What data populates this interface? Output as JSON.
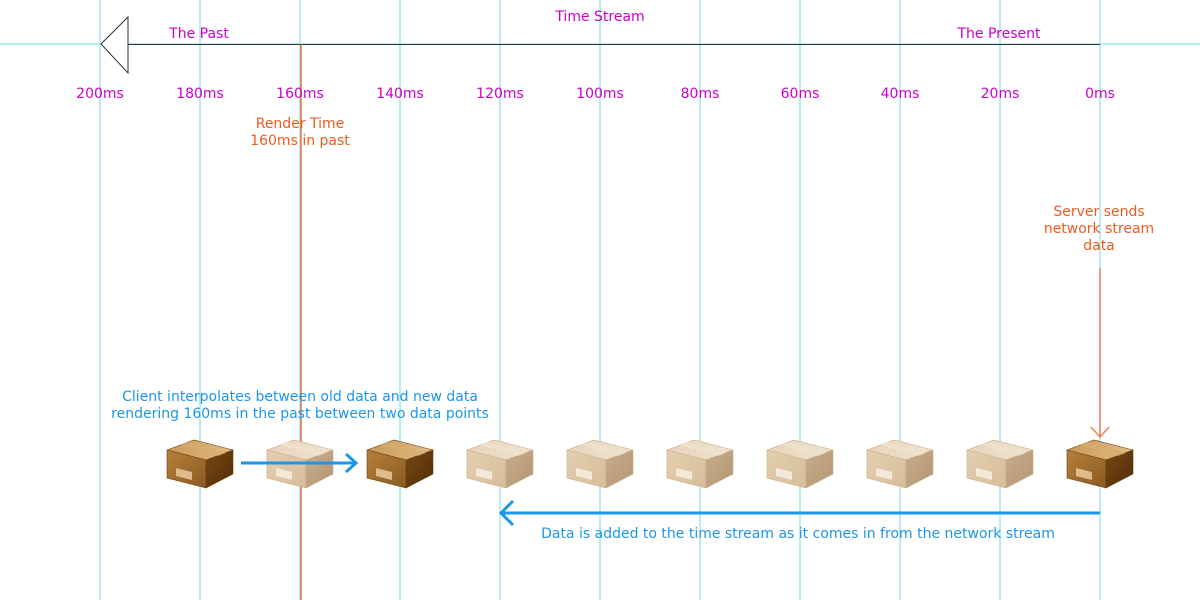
{
  "colors": {
    "grid": "#6ddde6",
    "magenta": "#cc00cc",
    "orange": "#f05a1e",
    "blue": "#1d96e8",
    "timeline": "#333333",
    "box_solid": "#8a5416",
    "box_faded": "#d9c2a6"
  },
  "header": {
    "title": "Time Stream",
    "past_label": "The Past",
    "present_label": "The Present"
  },
  "ticks": [
    "200ms",
    "180ms",
    "160ms",
    "140ms",
    "120ms",
    "100ms",
    "80ms",
    "60ms",
    "40ms",
    "20ms",
    "0ms"
  ],
  "render_time": {
    "line1": "Render Time",
    "line2": "160ms in past"
  },
  "server": {
    "line1": "Server sends",
    "line2": "network stream",
    "line3": "data"
  },
  "client": {
    "line1": "Client interpolates between old data and new data",
    "line2": "rendering 160ms in the past between two data points"
  },
  "data_added": "Data is added to the time stream as it comes in from the network stream",
  "boxes": {
    "icon": "package-box-icon",
    "states": [
      "solid",
      "faded",
      "solid",
      "faded",
      "faded",
      "faded",
      "faded",
      "faded",
      "faded",
      "solid"
    ]
  }
}
